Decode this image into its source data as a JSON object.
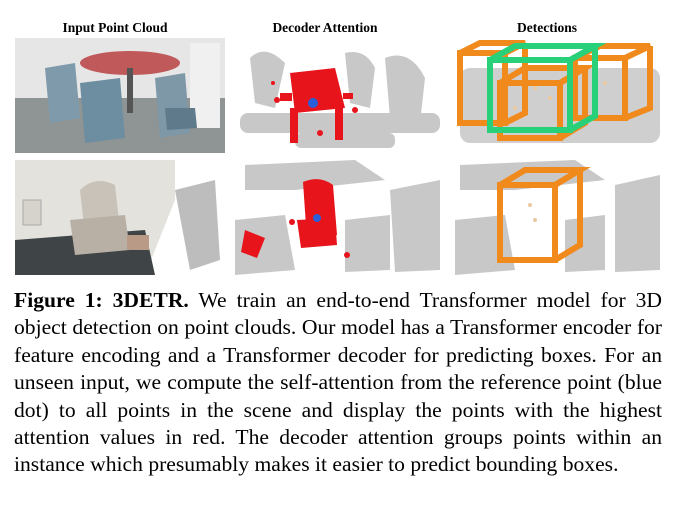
{
  "figure": {
    "columns": [
      {
        "title": "Input Point Cloud"
      },
      {
        "title": "Decoder Attention"
      },
      {
        "title": "Detections"
      }
    ],
    "caption": {
      "label": "Figure 1: 3DETR.",
      "text": "We train an end-to-end Transformer model for 3D object detection on point clouds. Our model has a Transformer encoder for feature encoding and a Transformer decoder for predicting boxes. For an unseen input, we compute the self-attention from the reference point (blue dot) to all points in the scene and display the points with the highest attention values in red. The decoder attention groups points within an instance which presumably makes it easier to predict bounding boxes."
    }
  },
  "colors": {
    "attention": "#e8141b",
    "reference_point": "#2b5fd9",
    "box_orange": "#f08a1c",
    "box_green": "#28d07a",
    "point_gray": "#c8c8c8"
  }
}
